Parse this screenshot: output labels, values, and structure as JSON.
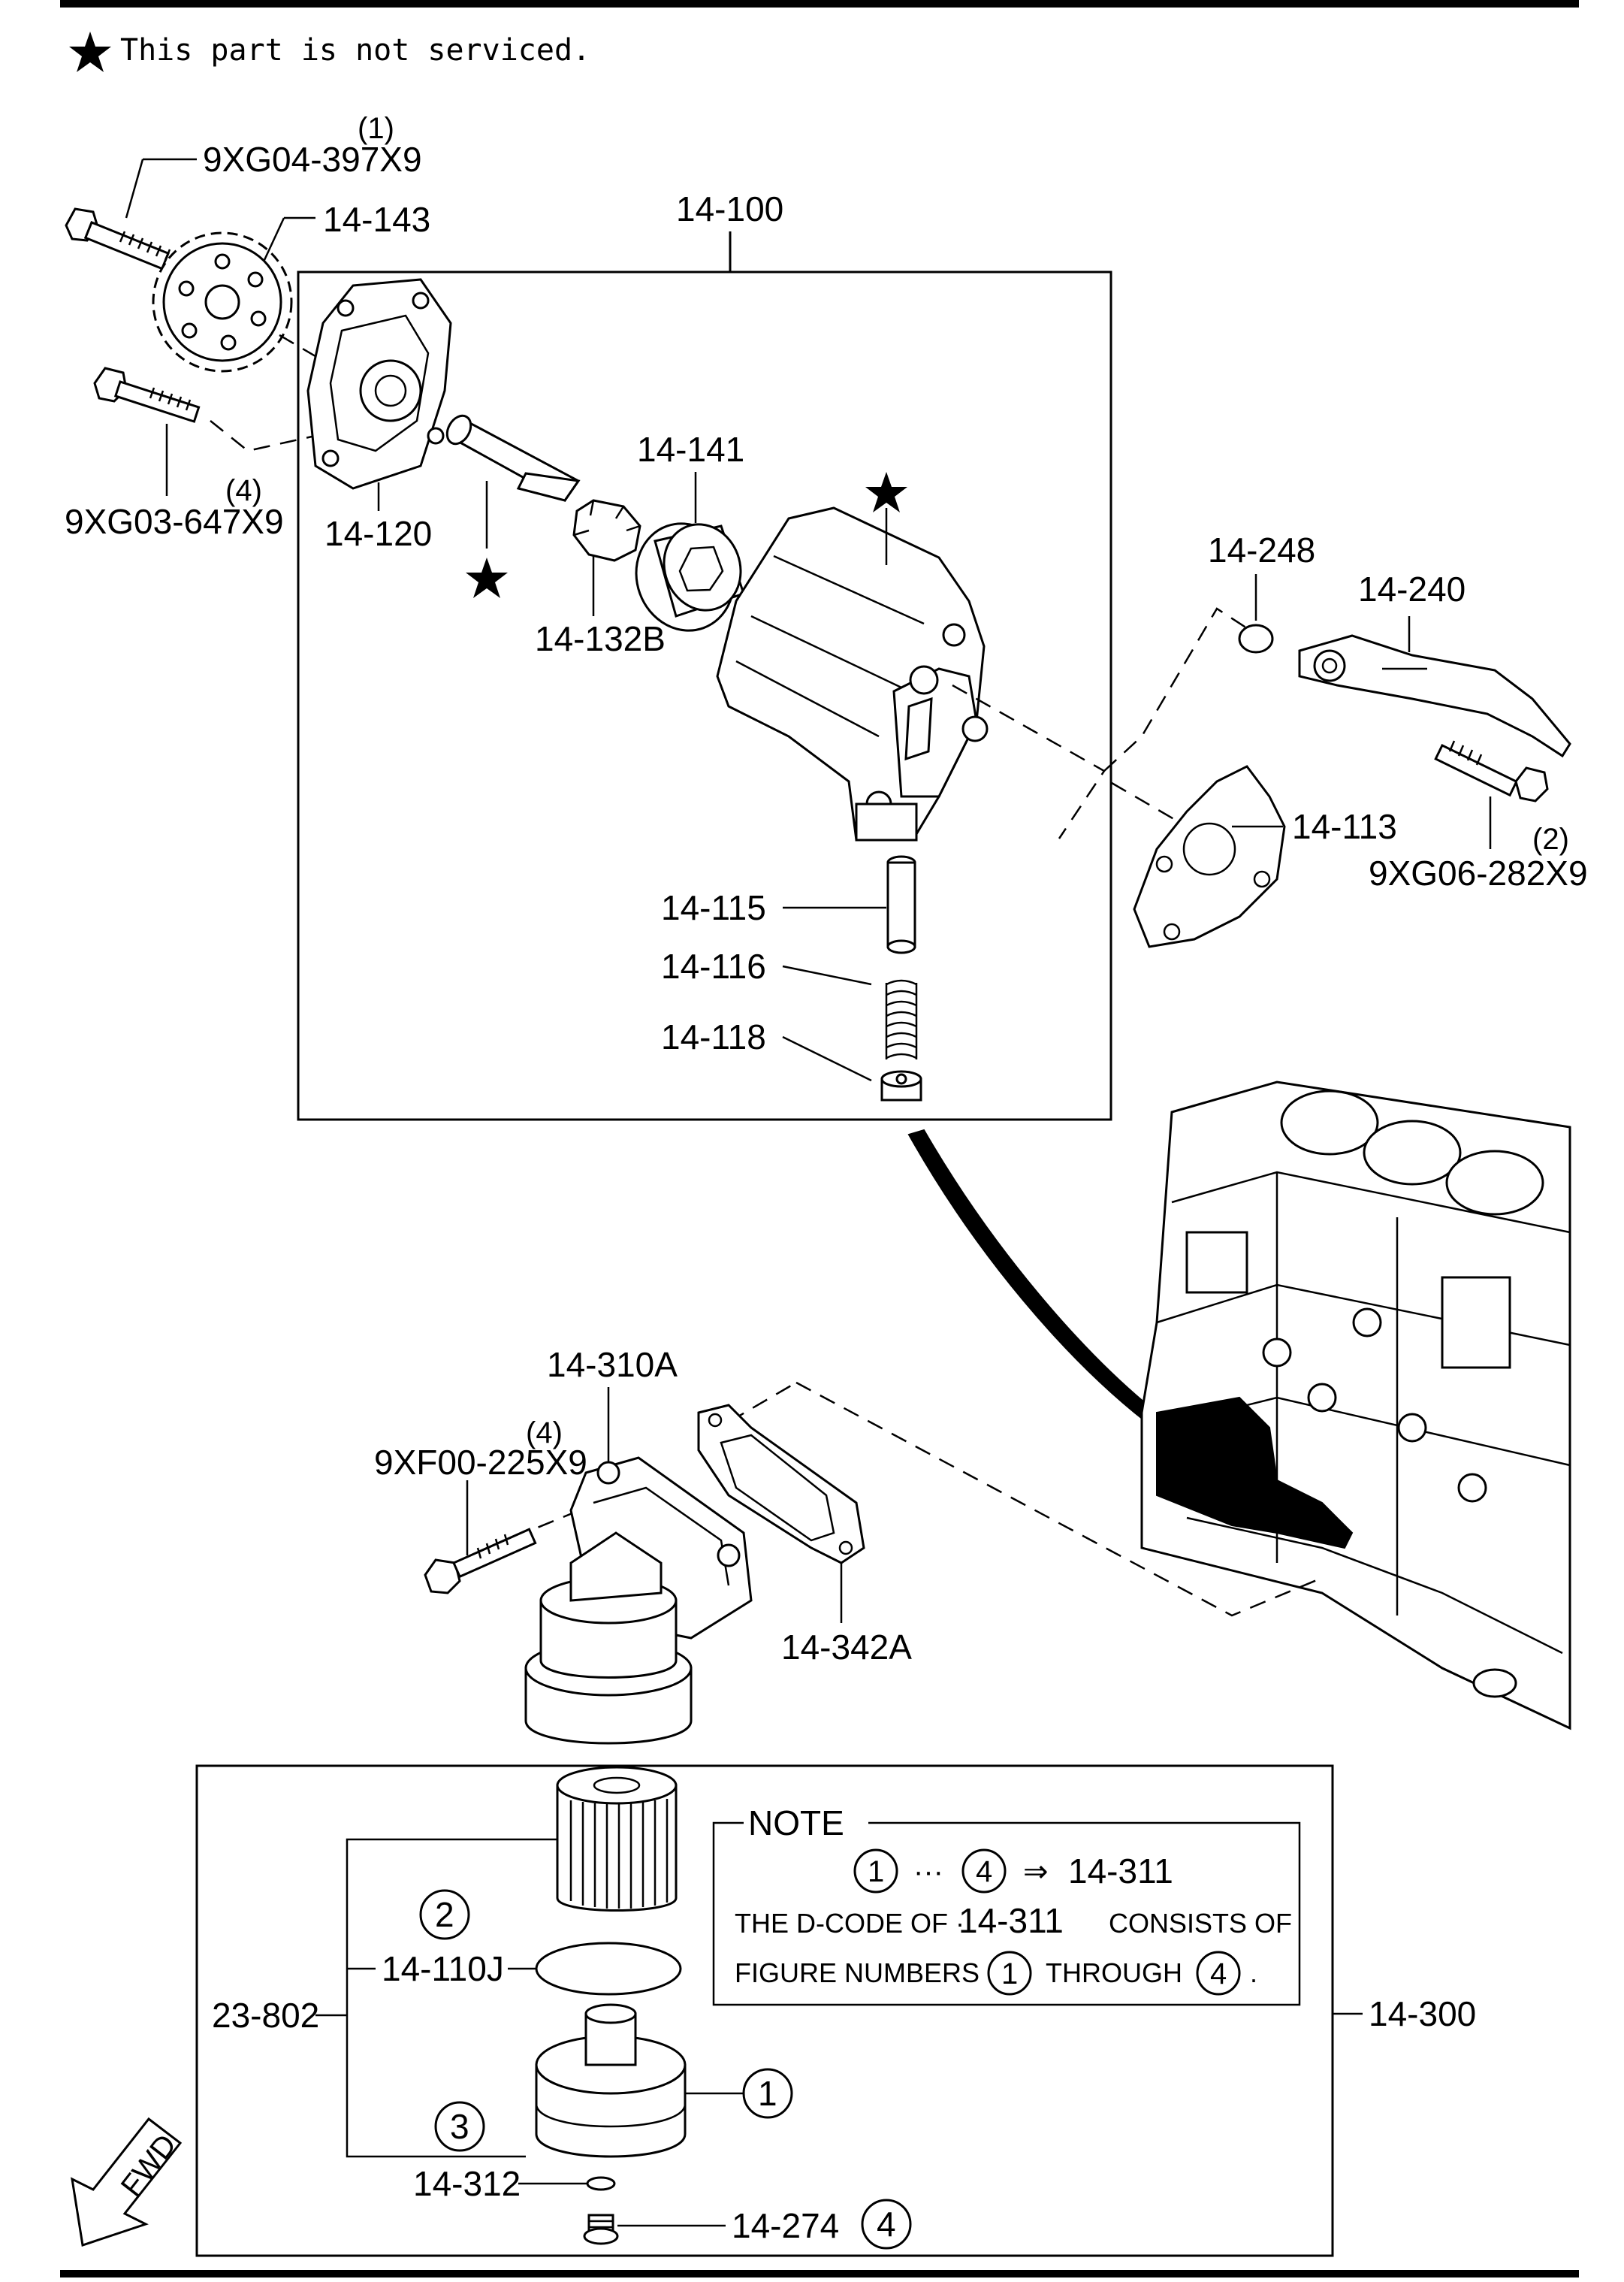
{
  "header_note": "This part is not serviced.",
  "parts": {
    "p_9xg04": "9XG04-397X9",
    "p_9xg04_qty": "(1)",
    "p_14_143": "14-143",
    "p_14_100": "14-100",
    "p_9xg03": "9XG03-647X9",
    "p_9xg03_qty": "(4)",
    "p_14_120": "14-120",
    "p_14_141": "14-141",
    "p_14_132b": "14-132B",
    "p_14_248": "14-248",
    "p_14_240": "14-240",
    "p_14_113": "14-113",
    "p_9xg06": "9XG06-282X9",
    "p_9xg06_qty": "(2)",
    "p_14_115": "14-115",
    "p_14_116": "14-116",
    "p_14_118": "14-118",
    "p_14_310a": "14-310A",
    "p_9xf00": "9XF00-225X9",
    "p_9xf00_qty": "(4)",
    "p_14_342a": "14-342A",
    "p_23_802": "23-802",
    "p_14_110j": "14-110J",
    "p_14_312": "14-312",
    "p_14_274": "14-274",
    "p_14_300": "14-300"
  },
  "figure_numbers": {
    "n1": "1",
    "n2": "2",
    "n3": "3",
    "n4": "4"
  },
  "note": {
    "title": "NOTE",
    "range_dots": "···",
    "arrow": "⇒",
    "target": "14-311",
    "line2_a": "THE D-CODE OF ·",
    "line2_b": "14-311",
    "line2_c": "CONSISTS OF",
    "line3_a": "FIGURE NUMBERS",
    "line3_b": "THROUGH",
    "line3_c": "."
  },
  "fwd_label": "FWD"
}
